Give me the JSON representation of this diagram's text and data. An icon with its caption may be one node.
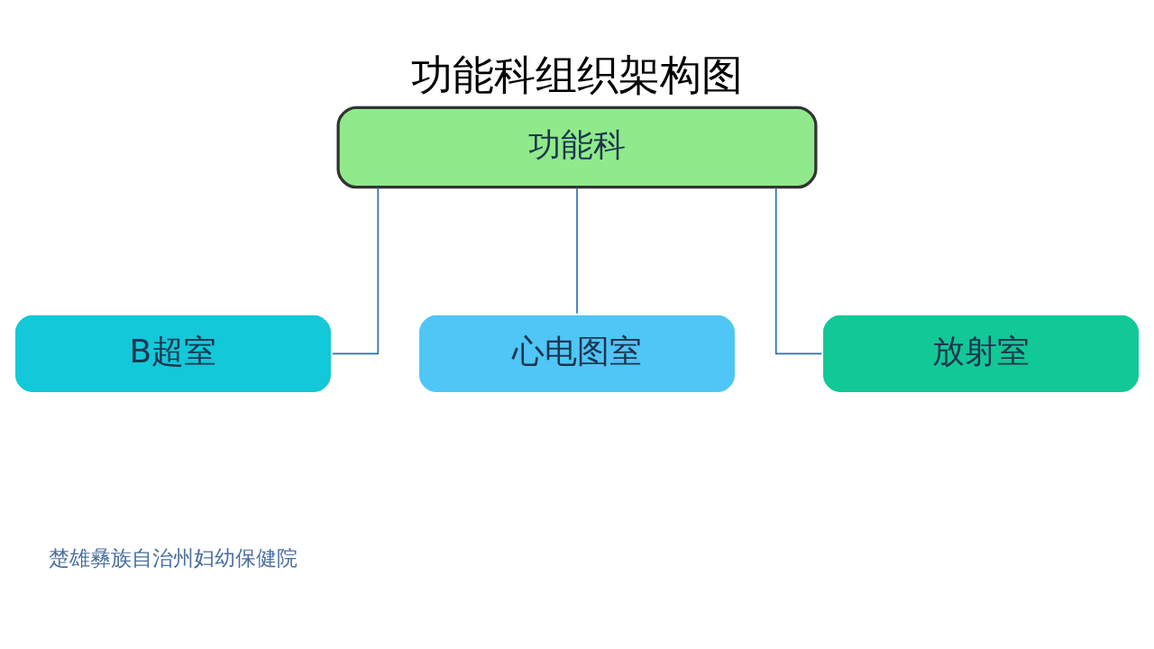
{
  "diagram": {
    "title": "功能科组织架构图",
    "nodes": [
      {
        "text": [
          "功能科"
        ]
      },
      {
        "text": [
          "B超室"
        ]
      },
      {
        "text": [
          "心电图室"
        ]
      },
      {
        "text": [
          "放射室"
        ]
      }
    ],
    "edges": [
      {
        "from": 0,
        "to": 1,
        "arrow": "none"
      },
      {
        "from": 0,
        "to": 2,
        "arrow": "none"
      },
      {
        "from": 0,
        "to": 3,
        "arrow": "none"
      }
    ],
    "labels": [
      "楚雄彝族自治州妇幼保健院"
    ]
  }
}
